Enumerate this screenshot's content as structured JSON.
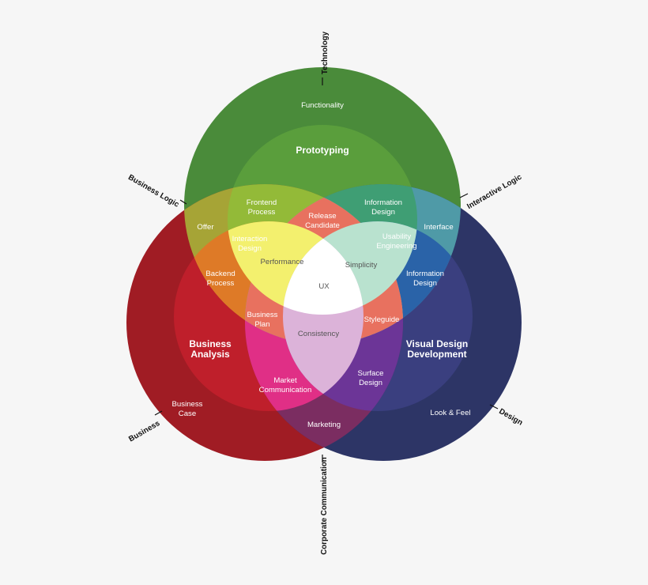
{
  "outer_labels": {
    "technology": "Technology",
    "interactive_logic": "Interactive Logic",
    "design": "Design",
    "corporate_communication": "Corporate Communication",
    "business": "Business",
    "business_logic": "Business Logic"
  },
  "regions": {
    "functionality": "Functionality",
    "prototyping": "Prototyping",
    "frontend_process_1": "Frontend",
    "frontend_process_2": "Process",
    "information_design_top_1": "Information",
    "information_design_top_2": "Design",
    "release_candidate_1": "Release",
    "release_candidate_2": "Candidate",
    "offer": "Offer",
    "interface": "Interface",
    "interaction_design_1": "Interaction",
    "interaction_design_2": "Design",
    "usability_engineering_1": "Usability",
    "usability_engineering_2": "Engineering",
    "performance": "Performance",
    "simplicity": "Simplicity",
    "backend_process_1": "Backend",
    "backend_process_2": "Process",
    "information_design_right_1": "Information",
    "information_design_right_2": "Design",
    "ux": "UX",
    "business_plan_1": "Business",
    "business_plan_2": "Plan",
    "styleguide": "Styleguide",
    "consistency": "Consistency",
    "business_analysis_1": "Business",
    "business_analysis_2": "Analysis",
    "visual_design_1": "Visual Design",
    "visual_design_2": "Development",
    "market_communication_1": "Market",
    "market_communication_2": "Communication",
    "surface_design_1": "Surface",
    "surface_design_2": "Design",
    "business_case_1": "Business",
    "business_case_2": "Case",
    "look_and_feel": "Look & Feel",
    "marketing": "Marketing"
  },
  "colors": {
    "green_outer": "#4a8b3a",
    "green_inner": "#5a9e3c",
    "red_outer": "#a01c24",
    "red_inner": "#bf1f2b",
    "blue_outer": "#2d3566",
    "blue_inner": "#3a3f7f",
    "ux_center": "#ffffff"
  }
}
